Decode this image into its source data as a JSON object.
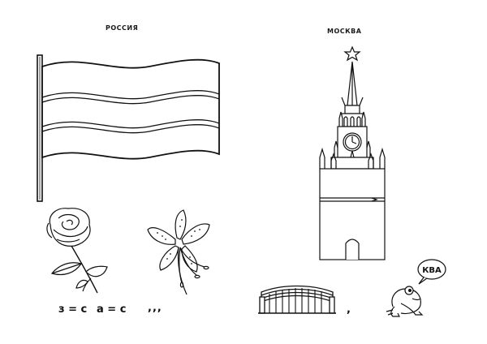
{
  "captions": {
    "country": "РОССИЯ",
    "city": "МОСКВА"
  },
  "figures": {
    "flag_icon": "russian-flag-icon",
    "tower_icon": "spasskaya-tower-icon",
    "rose_icon": "rose-icon",
    "lily_icon": "lily-icon",
    "bridge_icon": "bridge-icon",
    "frog_icon": "frog-icon"
  },
  "rebus": {
    "rose_clue_1": "з = с",
    "rose_clue_2": "а = с",
    "lily_clue": ",,,",
    "bridge_clue": ","
  },
  "frog": {
    "speech": "КВА"
  },
  "colors": {
    "ink": "#111111",
    "paper": "#ffffff"
  }
}
